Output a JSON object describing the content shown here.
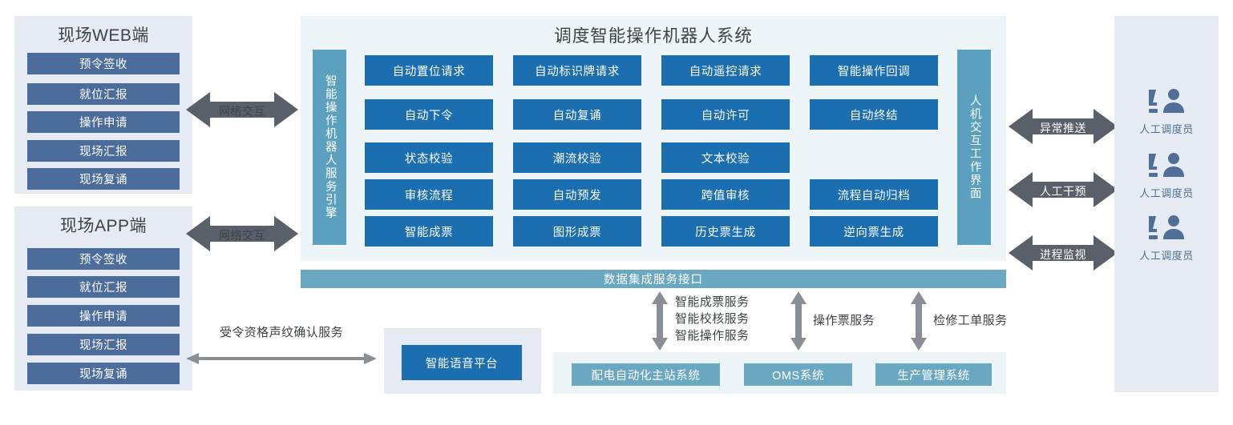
{
  "colors": {
    "deep_blue": "#1b6eb0",
    "steel_blue": "#4c6d9c",
    "teal": "#6aa8c2",
    "vbar_teal": "#5ba0bf",
    "panel_light": "#e6eaf2",
    "panel_pale": "#edf4f7",
    "panel_main": "#eef5f8",
    "arrow_gray": "#5a6069",
    "text_dark": "#3d4349",
    "op_label": "#4f6f96"
  },
  "left": {
    "web_client": {
      "title": "现场WEB端",
      "items": [
        "预令签收",
        "就位汇报",
        "操作申请",
        "现场汇报",
        "现场复诵"
      ]
    },
    "app_client": {
      "title": "现场APP端",
      "items": [
        "预令签收",
        "就位汇报",
        "操作申请",
        "现场汇报",
        "现场复诵"
      ]
    }
  },
  "connectors": {
    "web_network": "网络交互",
    "app_network": "网络交互",
    "voiceprint_service": "受令资格声纹确认服务"
  },
  "main": {
    "title": "调度智能操作机器人系统",
    "engine_bar": "智能操作机器人服务引擎",
    "ui_bar": "人机交互工作界面",
    "rows": [
      [
        "自动置位请求",
        "自动标识牌请求",
        "自动遥控请求",
        "智能操作回调"
      ],
      [
        "自动下令",
        "自动复诵",
        "自动许可",
        "自动终结"
      ],
      [
        "状态校验",
        "潮流校验",
        "文本校验",
        ""
      ],
      [
        "审核流程",
        "自动预发",
        "跨值审核",
        "流程自动归档"
      ],
      [
        "智能成票",
        "图形成票",
        "历史票生成",
        "逆向票生成"
      ]
    ]
  },
  "data_bar": {
    "label": "数据集成服务接口"
  },
  "services": {
    "left_group": "智能成票服务\n智能校核服务\n智能操作服务",
    "middle": "操作票服务",
    "right": "检修工单服务"
  },
  "systems": {
    "voice_platform": "智能语音平台",
    "items": [
      "配电自动化主站系统",
      "OMS系统",
      "生产管理系统"
    ]
  },
  "right": {
    "arrows": [
      "异常推送",
      "人工干预",
      "进程监视"
    ],
    "operators": [
      {
        "label": "人工调度员",
        "icon": "operator-workstation-icon"
      },
      {
        "label": "人工调度员",
        "icon": "operator-workstation-icon"
      },
      {
        "label": "人工调度员",
        "icon": "operator-workstation-icon"
      }
    ]
  }
}
